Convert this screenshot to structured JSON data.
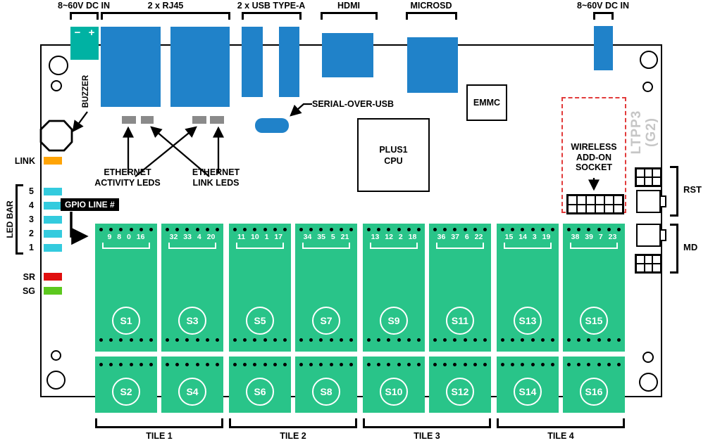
{
  "board": {
    "name_line1": "LTPP3",
    "name_line2": "(G2)"
  },
  "top_connectors": {
    "dc_left": "8~60V DC IN",
    "rj45": "2 x RJ45",
    "usb": "2 x USB TYPE-A",
    "hdmi": "HDMI",
    "microsd": "MICROSD",
    "dc_right": "8~60V DC IN"
  },
  "power_terminal": {
    "minus": "−",
    "plus": "+"
  },
  "left_panel": {
    "buzzer": "BUZZER",
    "link": "LINK",
    "led_bar": "LED BAR",
    "led_numbers": [
      "5",
      "4",
      "3",
      "2",
      "1"
    ],
    "sr": "SR",
    "sg": "SG"
  },
  "annotations": {
    "eth_activity_line1": "ETHERNET",
    "eth_activity_line2": "ACTIVITY LEDS",
    "eth_link_line1": "ETHERNET",
    "eth_link_line2": "LINK LEDS",
    "serial": "SERIAL-OVER-USB",
    "gpio": "GPIO LINE #",
    "wireless_line1": "WIRELESS",
    "wireless_line2": "ADD-ON",
    "wireless_line3": "SOCKET"
  },
  "chips": {
    "cpu_line1": "PLUS1",
    "cpu_line2": "CPU",
    "emmc": "EMMC"
  },
  "side_buttons": {
    "rst": "RST",
    "md": "MD"
  },
  "tiles": [
    {
      "label": "TILE 1",
      "slots": [
        {
          "top": "S1",
          "gpio": "9 8 0 16",
          "bottom": "S2"
        },
        {
          "top": "S3",
          "gpio": "32 33 4 20",
          "bottom": "S4"
        }
      ]
    },
    {
      "label": "TILE 2",
      "slots": [
        {
          "top": "S5",
          "gpio": "11 10 1 17",
          "bottom": "S6"
        },
        {
          "top": "S7",
          "gpio": "34 35 5 21",
          "bottom": "S8"
        }
      ]
    },
    {
      "label": "TILE 3",
      "slots": [
        {
          "top": "S9",
          "gpio": "13 12 2 18",
          "bottom": "S10"
        },
        {
          "top": "S11",
          "gpio": "36 37 6 22",
          "bottom": "S12"
        }
      ]
    },
    {
      "label": "TILE 4",
      "slots": [
        {
          "top": "S13",
          "gpio": "15 14 3 19",
          "bottom": "S14"
        },
        {
          "top": "S15",
          "gpio": "38 39 7 23",
          "bottom": "S16"
        }
      ]
    }
  ],
  "colors": {
    "connector_blue": "#2082C9",
    "power_teal": "#00B2A3",
    "tile_green": "#29C489",
    "led_orange": "#FFA405",
    "led_cyan": "#33CBDE",
    "led_red": "#E00E0E",
    "led_green": "#5CC81E",
    "eth_led_gray": "#8A8A8A",
    "wireless_dashed_red": "#E23B3B",
    "board_name_gray": "#C6C6C6"
  }
}
